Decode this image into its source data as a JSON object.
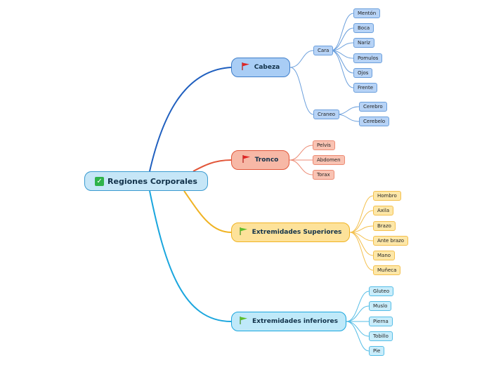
{
  "root": {
    "label": "Regiones Corporales",
    "icon": "checkbox-icon"
  },
  "branches": [
    {
      "label": "Cabeza",
      "flag_color": "#e02424",
      "subgroups": [
        {
          "label": "Cara",
          "items": [
            "Mentón",
            "Boca",
            "Nariz",
            "Pomulos",
            "Ojos",
            "Frente"
          ]
        },
        {
          "label": "Craneo",
          "items": [
            "Cerebro",
            "Cerebelo"
          ]
        }
      ]
    },
    {
      "label": "Tronco",
      "flag_color": "#e02424",
      "items": [
        "Pelvis",
        "Abdomen",
        "Torax"
      ]
    },
    {
      "label": "Extremidades Superiores",
      "flag_color": "#5cbf2a",
      "items": [
        "Hombro",
        "Axila",
        "Brazo",
        "Ante brazo",
        "Mano",
        "Muñeca"
      ]
    },
    {
      "label": "Extremidades inferiores",
      "flag_color": "#5cbf2a",
      "items": [
        "Gluteo",
        "Muslo",
        "Pierna",
        "Tobillo",
        "Pie"
      ]
    }
  ],
  "colors": {
    "cabeza": "#1f5fbf",
    "tronco": "#e2573a",
    "superiores": "#f0b323",
    "inferiores": "#1aa6de"
  }
}
